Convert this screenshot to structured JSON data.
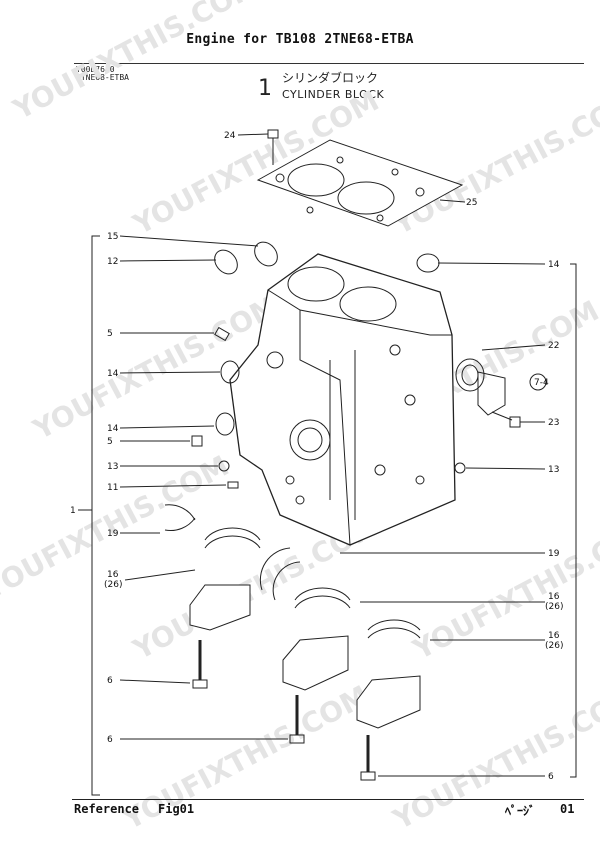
{
  "header": {
    "title": "Engine for TB108   2TNE68-ETBA"
  },
  "figure": {
    "code_line1": "Y00D7640",
    "code_line2": "2TNE68-ETBA",
    "number": "1",
    "name_jp": "シリンダブロック",
    "name_en": "CYLINDER BLOCK"
  },
  "watermark": "YOUFIXTHIS.COM",
  "callouts": {
    "c1": "1",
    "c24": "24",
    "c25": "25",
    "c15": "15",
    "c12": "12",
    "c14a": "14",
    "c14b": "14",
    "c14c": "14",
    "c5a": "5",
    "c5b": "5",
    "c22": "22",
    "c7_4": "7-4",
    "c23": "23",
    "c13a": "13",
    "c13b": "13",
    "c11": "11",
    "c19a": "19",
    "c19b": "19",
    "c16a": "16",
    "c26a": "(26)",
    "c16b": "16",
    "c26b": "(26)",
    "c16c": "16",
    "c26c": "(26)",
    "c6a": "6",
    "c6b": "6",
    "c6c": "6"
  },
  "footer": {
    "reference_label": "Reference",
    "fig_ref": "Fig01",
    "page_label": "ﾍﾟｰｼﾞ",
    "page_number": "01"
  }
}
